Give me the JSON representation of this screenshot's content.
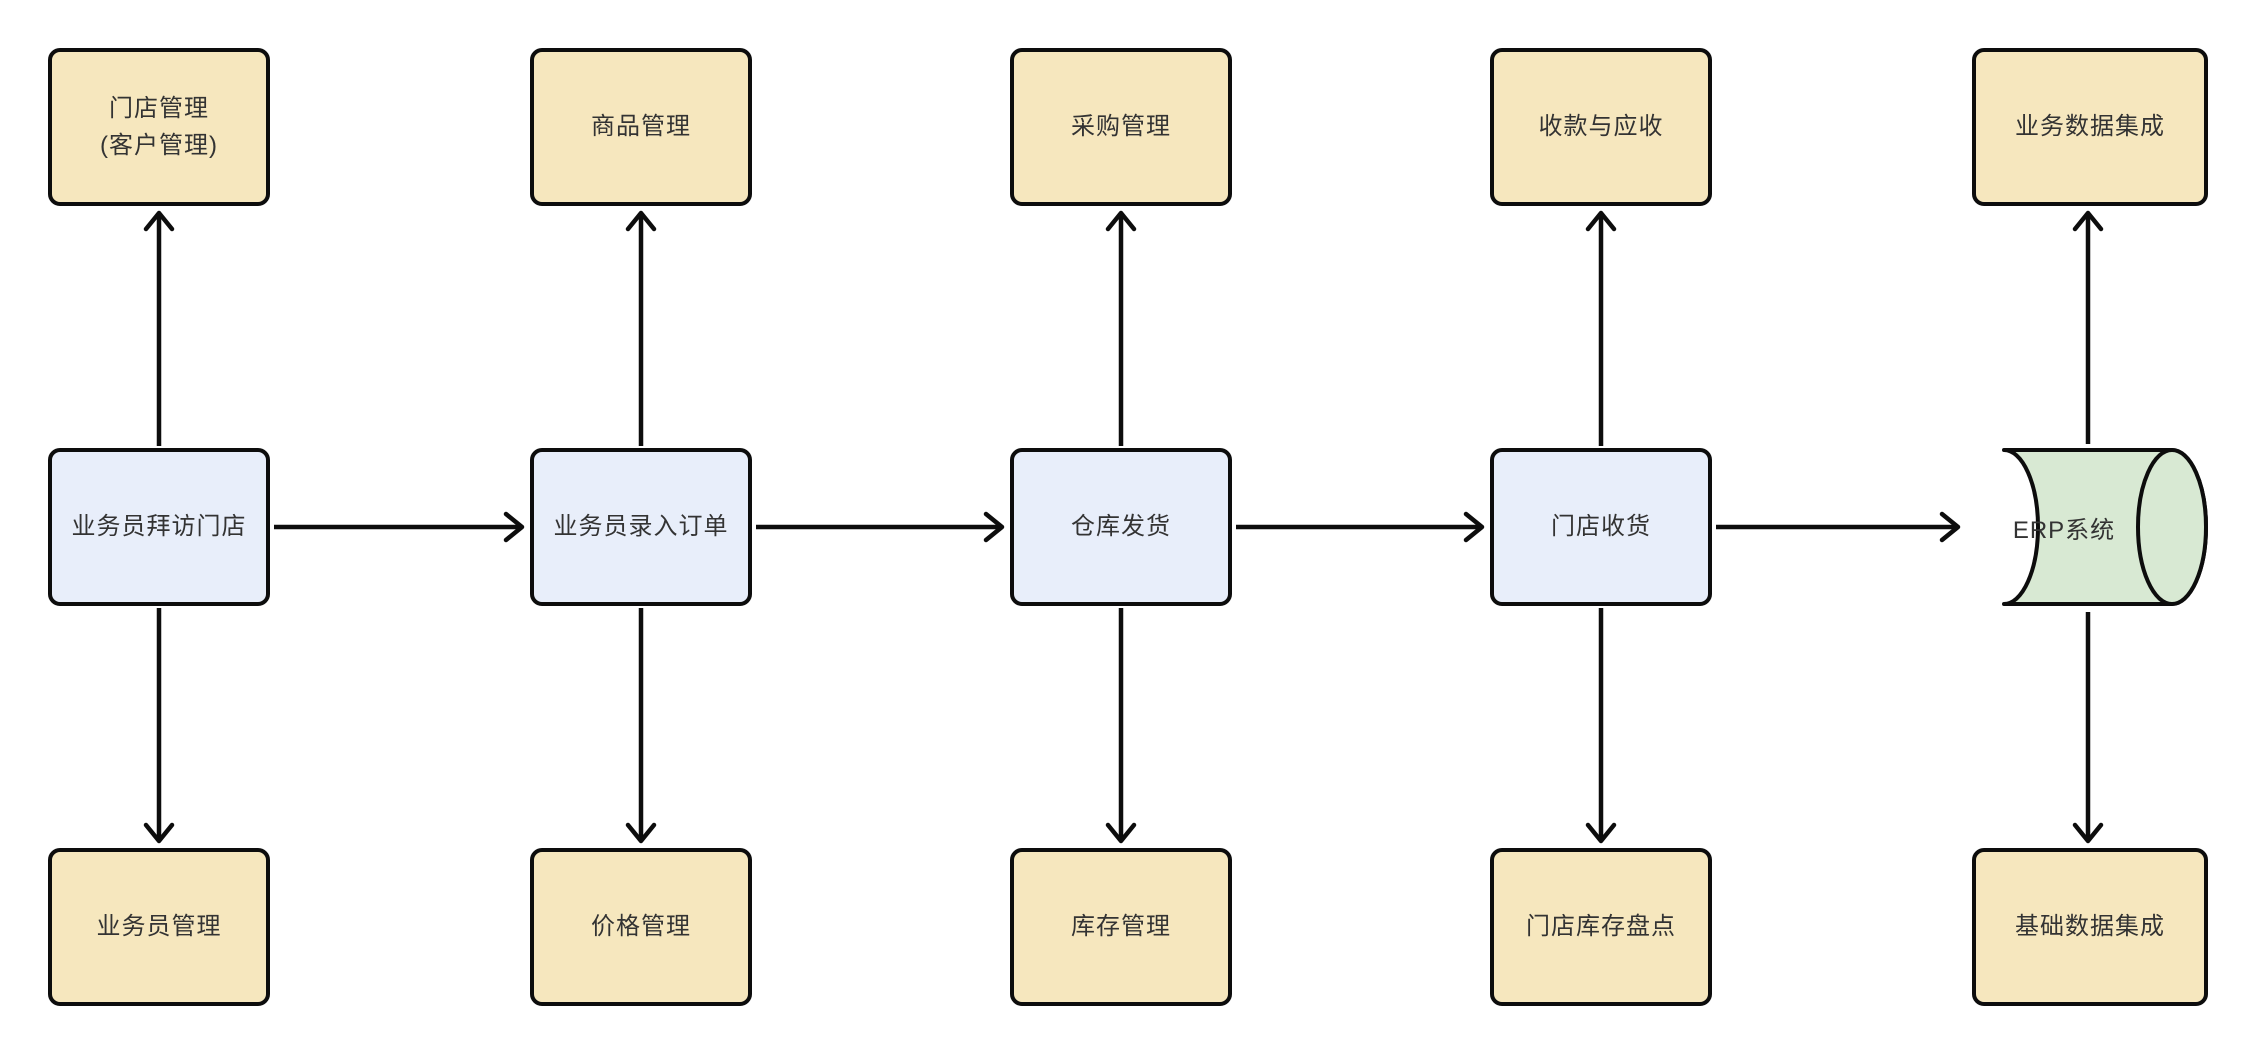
{
  "diagram_type": "flowchart",
  "colors": {
    "top_fill": "#F6E7BE",
    "mid_fill": "#E8EEFA",
    "db_fill": "#D8E9D3",
    "border": "#0D0D0D",
    "text": "#333333",
    "bg": "#FFFFFF"
  },
  "nodes": {
    "top": [
      {
        "label": "门店管理\n(客户管理)"
      },
      {
        "label": "商品管理"
      },
      {
        "label": "采购管理"
      },
      {
        "label": "收款与应收"
      },
      {
        "label": "业务数据集成"
      }
    ],
    "middle": [
      {
        "label": "业务员拜访门店"
      },
      {
        "label": "业务员录入订单"
      },
      {
        "label": "仓库发货"
      },
      {
        "label": "门店收货"
      }
    ],
    "database": {
      "label": "ERP系统"
    },
    "bottom": [
      {
        "label": "业务员管理"
      },
      {
        "label": "价格管理"
      },
      {
        "label": "库存管理"
      },
      {
        "label": "门店库存盘点"
      },
      {
        "label": "基础数据集成"
      }
    ]
  },
  "flows": {
    "horizontal": [
      {
        "from": "业务员拜访门店",
        "to": "业务员录入订单"
      },
      {
        "from": "业务员录入订单",
        "to": "仓库发货"
      },
      {
        "from": "仓库发货",
        "to": "门店收货"
      },
      {
        "from": "门店收货",
        "to": "ERP系统"
      }
    ],
    "vertical_up": [
      {
        "from": "业务员拜访门店",
        "to": "门店管理\n(客户管理)"
      },
      {
        "from": "业务员录入订单",
        "to": "商品管理"
      },
      {
        "from": "仓库发货",
        "to": "采购管理"
      },
      {
        "from": "门店收货",
        "to": "收款与应收"
      },
      {
        "from": "ERP系统",
        "to": "业务数据集成"
      }
    ],
    "vertical_down": [
      {
        "from": "业务员拜访门店",
        "to": "业务员管理"
      },
      {
        "from": "业务员录入订单",
        "to": "价格管理"
      },
      {
        "from": "仓库发货",
        "to": "库存管理"
      },
      {
        "from": "门店收货",
        "to": "门店库存盘点"
      },
      {
        "from": "ERP系统",
        "to": "基础数据集成"
      }
    ]
  }
}
